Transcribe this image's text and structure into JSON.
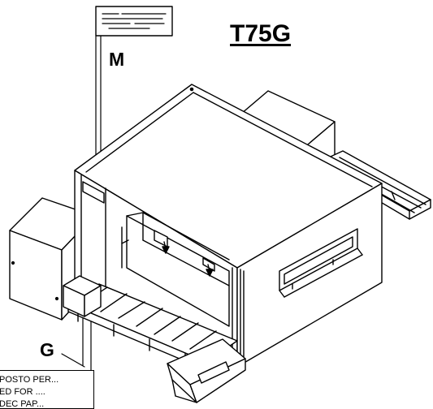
{
  "diagram": {
    "title": "T75G",
    "labels": {
      "m": "M",
      "g": "G"
    },
    "note": {
      "line1": "POSTO PER...",
      "line2": "ED FOR ....",
      "line3": "DEC PAP..."
    }
  },
  "colors": {
    "line": "#000000",
    "background": "#ffffff"
  }
}
